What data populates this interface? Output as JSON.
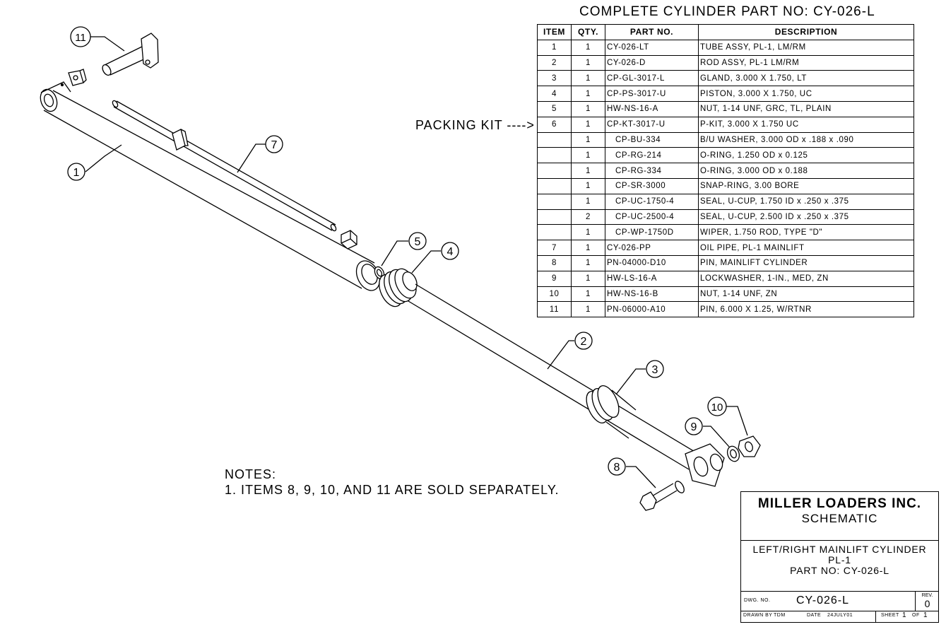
{
  "header": {
    "title": "COMPLETE CYLINDER PART NO:  CY-026-L"
  },
  "bom": {
    "columns": [
      "ITEM",
      "QTY.",
      "PART NO.",
      "DESCRIPTION"
    ],
    "rows": [
      {
        "item": "1",
        "qty": "1",
        "part": "CY-026-LT",
        "desc": "TUBE ASSY, PL-1, LM/RM",
        "sub": false
      },
      {
        "item": "2",
        "qty": "1",
        "part": "CY-026-D",
        "desc": "ROD ASSY, PL-1 LM/RM",
        "sub": false
      },
      {
        "item": "3",
        "qty": "1",
        "part": "CP-GL-3017-L",
        "desc": "GLAND, 3.000 X 1.750, LT",
        "sub": false
      },
      {
        "item": "4",
        "qty": "1",
        "part": "CP-PS-3017-U",
        "desc": "PISTON, 3.000 X 1.750, UC",
        "sub": false
      },
      {
        "item": "5",
        "qty": "1",
        "part": "HW-NS-16-A",
        "desc": "NUT, 1-14 UNF, GRC, TL, PLAIN",
        "sub": false
      },
      {
        "item": "6",
        "qty": "1",
        "part": "CP-KT-3017-U",
        "desc": "P-KIT, 3.000 X 1.750 UC",
        "sub": false
      },
      {
        "item": "",
        "qty": "1",
        "part": "CP-BU-334",
        "desc": "B/U WASHER, 3.000 OD x .188 x .090",
        "sub": true
      },
      {
        "item": "",
        "qty": "1",
        "part": "CP-RG-214",
        "desc": "O-RING, 1.250 OD x 0.125",
        "sub": true
      },
      {
        "item": "",
        "qty": "1",
        "part": "CP-RG-334",
        "desc": "O-RING, 3.000 OD x 0.188",
        "sub": true
      },
      {
        "item": "",
        "qty": "1",
        "part": "CP-SR-3000",
        "desc": "SNAP-RING, 3.00 BORE",
        "sub": true
      },
      {
        "item": "",
        "qty": "1",
        "part": "CP-UC-1750-4",
        "desc": "SEAL, U-CUP, 1.750 ID x .250 x .375",
        "sub": true
      },
      {
        "item": "",
        "qty": "2",
        "part": "CP-UC-2500-4",
        "desc": "SEAL, U-CUP, 2.500 ID x .250 x .375",
        "sub": true
      },
      {
        "item": "",
        "qty": "1",
        "part": "CP-WP-1750D",
        "desc": "WIPER, 1.750 ROD, TYPE \"D\"",
        "sub": true
      },
      {
        "item": "7",
        "qty": "1",
        "part": "CY-026-PP",
        "desc": "OIL PIPE, PL-1 MAINLIFT",
        "sub": false
      },
      {
        "item": "8",
        "qty": "1",
        "part": "PN-04000-D10",
        "desc": "PIN, MAINLIFT CYLINDER",
        "sub": false
      },
      {
        "item": "9",
        "qty": "1",
        "part": "HW-LS-16-A",
        "desc": "LOCKWASHER, 1-IN., MED, ZN",
        "sub": false
      },
      {
        "item": "10",
        "qty": "1",
        "part": "HW-NS-16-B",
        "desc": "NUT, 1-14 UNF, ZN",
        "sub": false
      },
      {
        "item": "11",
        "qty": "1",
        "part": "PN-06000-A10",
        "desc": "PIN, 6.000 X 1.25, W/RTNR",
        "sub": false
      }
    ]
  },
  "packing_kit": "PACKING KIT ---->",
  "notes": {
    "heading": "NOTES:",
    "line1": "1.  ITEMS 8, 9, 10, AND 11 ARE SOLD SEPARATELY."
  },
  "balloons": {
    "b1": "1",
    "b2": "2",
    "b3": "3",
    "b4": "4",
    "b5": "5",
    "b7": "7",
    "b8": "8",
    "b9": "9",
    "b10": "10",
    "b11": "11"
  },
  "title_block": {
    "company": "MILLER LOADERS INC.",
    "subtitle": "SCHEMATIC",
    "desc_line1": "LEFT/RIGHT MAINLIFT CYLINDER",
    "desc_line2": "PL-1",
    "desc_line3": "PART NO:  CY-026-L",
    "dwg_label": "DWG. NO.",
    "dwg_no": "CY-026-L",
    "rev_label": "REV.",
    "rev": "0",
    "drawn_by_label": "DRAWN BY",
    "drawn_by": "TDM",
    "date_label": "DATE",
    "date": "24JULY01",
    "sheet_label": "SHEET",
    "sheet": "1",
    "of_label": "OF",
    "of": "1"
  }
}
